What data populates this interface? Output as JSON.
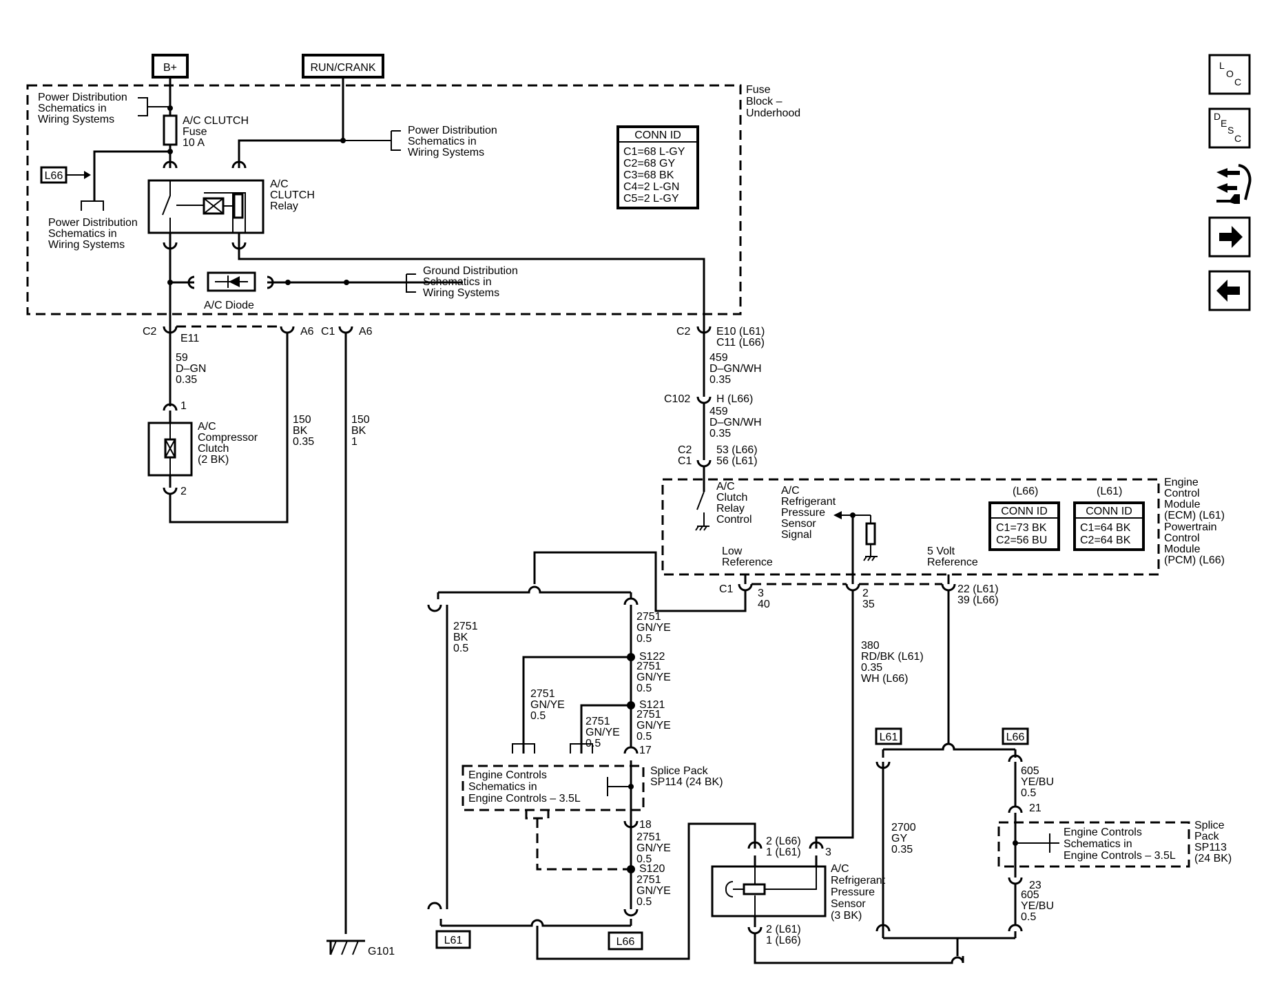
{
  "source_labels": {
    "bplus": "B+",
    "run_crank": "RUN/CRANK"
  },
  "fuse_block": {
    "title": [
      "Fuse",
      "Block –",
      "Underhood"
    ],
    "pdist_left": [
      "Power Distribution",
      "Schematics in",
      "Wiring Systems"
    ],
    "pdist_right": [
      "Power Distribution",
      "Schematics in",
      "Wiring Systems"
    ],
    "pdist_lower": [
      "Power Distribution",
      "Schematics in",
      "Wiring Systems"
    ],
    "fuse": [
      "A/C CLUTCH",
      "Fuse",
      "10 A"
    ],
    "l66_tag": "L66",
    "relay": [
      "A/C",
      "CLUTCH",
      "Relay"
    ],
    "ground_dist": [
      "Ground Distribution",
      "Schematics in",
      "Wiring Systems"
    ],
    "diode": "A/C Diode",
    "conn_id": {
      "title": "CONN ID",
      "rows": [
        "C1=68 L-GY",
        "C2=68 GY",
        "C3=68 BK",
        "C4=2 L-GN",
        "C5=2 L-GY"
      ]
    }
  },
  "connectors": {
    "c2_e11": {
      "conn": "C2",
      "pin": "E11"
    },
    "a6_1": "A6",
    "c1_a6": {
      "conn": "C1",
      "pin": "A6"
    },
    "c2_e10": {
      "conn": "C2",
      "pin": [
        "E10 (L61)",
        "C11 (L66)"
      ]
    },
    "c102": {
      "conn": "C102",
      "pin": "H (L66)"
    },
    "c2c1": {
      "conn": [
        "C2",
        "C1"
      ],
      "pin": [
        "53 (L66)",
        "56 (L61)"
      ]
    }
  },
  "wires": {
    "w59": [
      "59",
      "D–GN",
      "0.35"
    ],
    "w150a": [
      "150",
      "BK",
      "0.35"
    ],
    "w150b": [
      "150",
      "BK",
      "1"
    ],
    "w459a": [
      "459",
      "D–GN/WH",
      "0.35"
    ],
    "w459b": [
      "459",
      "D–GN/WH",
      "0.35"
    ],
    "w2751bk": [
      "2751",
      "BK",
      "0.5"
    ],
    "w2751_1": [
      "2751",
      "GN/YE",
      "0.5"
    ],
    "w2751_2": [
      "2751",
      "GN/YE",
      "0.5"
    ],
    "w2751_3": [
      "2751",
      "GN/YE",
      "0.5"
    ],
    "w2751_4": [
      "2751",
      "GN/YE",
      "0.5"
    ],
    "w2751_5": [
      "2751",
      "GN/YE",
      "0.5"
    ],
    "w2751_6": [
      "2751",
      "GN/YE",
      "0.5"
    ],
    "w2751_7": [
      "2751",
      "GN/YE",
      "0.5"
    ],
    "w380": [
      "380",
      "RD/BK (L61)",
      "0.35",
      "WH (L66)"
    ],
    "w2700": [
      "2700",
      "GY",
      "0.35"
    ],
    "w605a": [
      "605",
      "YE/BU",
      "0.5"
    ],
    "w605b": [
      "605",
      "YE/BU",
      "0.5"
    ]
  },
  "compressor": {
    "pin1": "1",
    "pin2": "2",
    "label": [
      "A/C",
      "Compressor",
      "Clutch",
      "(2 BK)"
    ]
  },
  "ecm": {
    "title": [
      "Engine",
      "Control",
      "Module",
      "(ECM) (L61)",
      "Powertrain",
      "Control",
      "Module",
      "(PCM) (L66)"
    ],
    "relay_ctrl": [
      "A/C",
      "Clutch",
      "Relay",
      "Control"
    ],
    "sensor_sig": [
      "A/C",
      "Refrigerant",
      "Pressure",
      "Sensor",
      "Signal"
    ],
    "low_ref": [
      "Low",
      "Reference"
    ],
    "five_v": [
      "5 Volt",
      "Reference"
    ],
    "conn_l66": {
      "tag": "(L66)",
      "title": "CONN ID",
      "rows": [
        "C1=73 BK",
        "C2=56 BU"
      ]
    },
    "conn_l61": {
      "tag": "(L61)",
      "title": "CONN ID",
      "rows": [
        "C1=64 BK",
        "C2=64 BK"
      ]
    },
    "c1": "C1",
    "pin_low": [
      "3",
      "40"
    ],
    "pin_sig": [
      "2",
      "35"
    ],
    "pin_5v": [
      "22 (L61)",
      "39 (L66)"
    ]
  },
  "splices": {
    "s122": "S122",
    "s121": "S121",
    "s120": "S120"
  },
  "sp114": {
    "label": [
      "Splice Pack",
      "SP114 (24 BK)"
    ],
    "ref": [
      "Engine Controls",
      "Schematics in",
      "Engine Controls – 3.5L"
    ],
    "pin17": "17",
    "pin18": "18"
  },
  "sp113": {
    "label": [
      "Splice",
      "Pack",
      "SP113",
      "(24 BK)"
    ],
    "ref": [
      "Engine Controls",
      "Schematics in",
      "Engine Controls – 3.5L"
    ],
    "pin21": "21",
    "pin23": "23"
  },
  "sensor": {
    "label": [
      "A/C",
      "Refrigerant",
      "Pressure",
      "Sensor",
      "(3 BK)"
    ],
    "pin_top": [
      "2 (L66)",
      "1 (L61)"
    ],
    "pin3": "3",
    "pin_bot": [
      "2 (L61)",
      "1 (L66)"
    ]
  },
  "options": {
    "l61_left": "L61",
    "l66_left": "L66",
    "l61_right": "L61",
    "l66_right": "L66"
  },
  "ground": "G101",
  "nav": {
    "loc": [
      "L",
      "O",
      "C"
    ],
    "desc": [
      "D",
      "E",
      "S",
      "C"
    ]
  }
}
